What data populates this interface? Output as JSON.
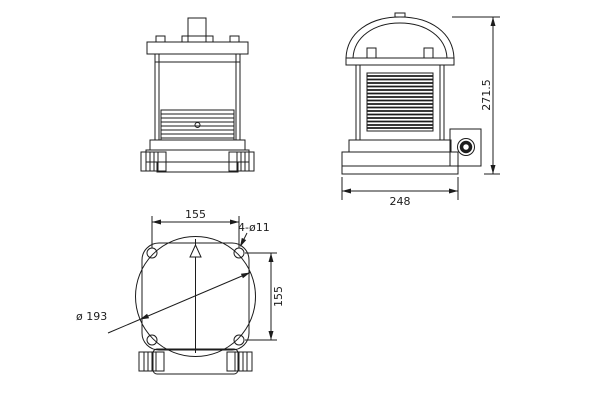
{
  "dims": {
    "overall_height": "271.5",
    "overall_width": "248",
    "hole_pitch_x": "155",
    "hole_pitch_y": "155",
    "holes_note": "4-ø11",
    "flange_diameter": "ø 193"
  },
  "colors": {
    "line": "#1c1c1c",
    "background": "#ffffff"
  }
}
